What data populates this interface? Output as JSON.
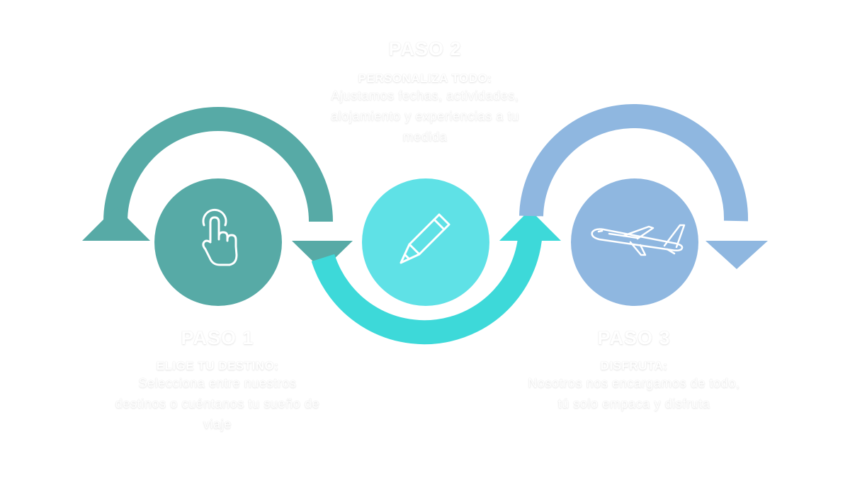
{
  "colors": {
    "teal_dark": "#57aaa6",
    "cyan": "#3dd9d9",
    "cyan_light": "#5fe1e6",
    "blue_light": "#8fb7e0",
    "text": "#ffffff"
  },
  "steps": [
    {
      "title": "PASO 1",
      "heading": "ELIGE TU DESTINO:",
      "description": "Selecciona entre nuestros destinos o cuéntanos tu sueño de viaje",
      "icon": "hand-pointer-icon"
    },
    {
      "title": "PASO 2",
      "heading": "PERSONALIZA TODO:",
      "description": "Ajustamos fechas, actividades, alojamiento y experiencias a tu medida",
      "icon": "pencil-icon"
    },
    {
      "title": "PASO 3",
      "heading": "DISFRUTA:",
      "description": "Nosotros nos encargamos de todo, tú solo empaca y disfruta",
      "icon": "airplane-icon"
    }
  ]
}
